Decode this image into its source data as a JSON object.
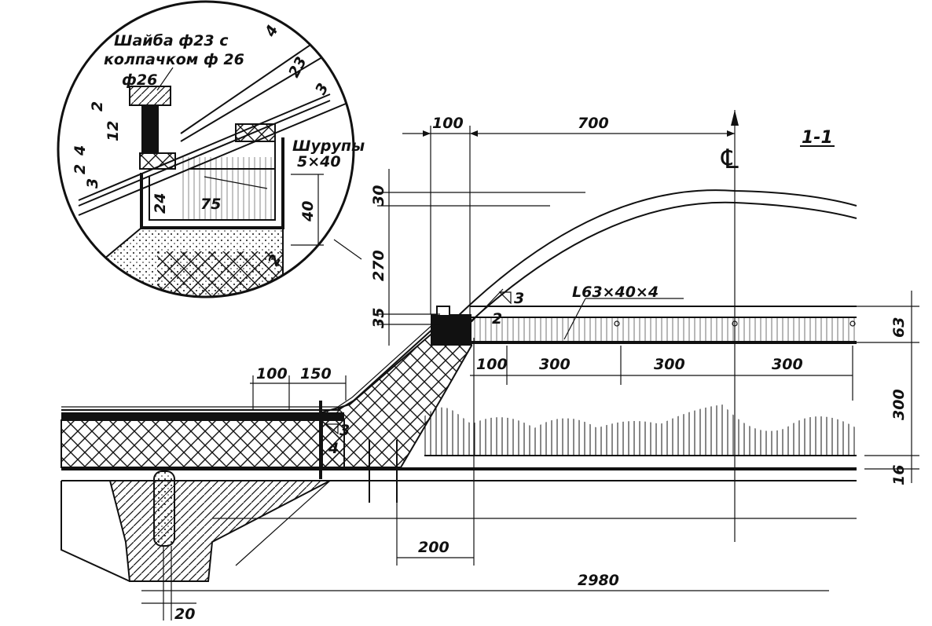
{
  "section_label": "1-1",
  "centerline_symbol": "℄",
  "inset": {
    "washer_line1": "Шайба ф23 с",
    "washer_line2": "колпачком ф 26",
    "screws_line1": "Шурупы",
    "screws_line2": "5×40",
    "dims": {
      "phi26": "ф26",
      "d4_top": "4",
      "d23": "23",
      "d3_top": "3",
      "d2_left": "2",
      "d12": "12",
      "d4_left": "4",
      "d2_left2": "2",
      "d3_left": "3",
      "d24": "24",
      "d75": "75",
      "d40": "40",
      "d2_bottom": "2"
    }
  },
  "main": {
    "dims": {
      "top_100": "100",
      "top_700": "700",
      "v30": "30",
      "v270": "270",
      "v35": "35",
      "weld3": "3",
      "weld2": "2",
      "angle_profile": "L63×40×4",
      "r63": "63",
      "r300": "300",
      "r16": "16",
      "s100": "100",
      "s300a": "300",
      "s300b": "300",
      "s300c": "300",
      "left100": "100",
      "left150": "150",
      "weld3b": "3",
      "weld4": "4",
      "b200": "200",
      "b2980": "2980",
      "b20": "20"
    }
  }
}
